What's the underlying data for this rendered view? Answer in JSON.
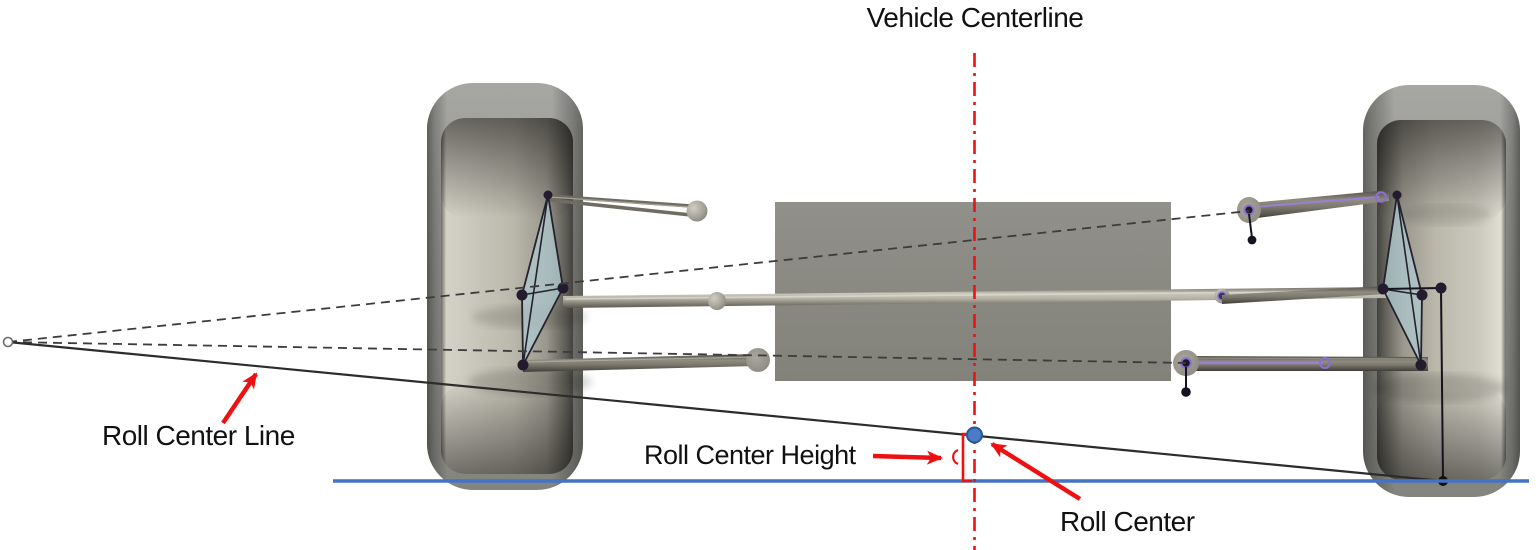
{
  "diagram": {
    "title": "Front suspension roll center geometry diagram",
    "labels": {
      "vehicle_centerline": "Vehicle Centerline",
      "roll_center_line": "Roll Center Line",
      "roll_center_height": "Roll Center Height",
      "roll_center": "Roll Center"
    }
  },
  "colors": {
    "annotation-red": "#EE1111",
    "ground-blue": "#4472C4",
    "dot-fill": "#4A7CC7",
    "dot-stroke": "#2E5695",
    "geometry-line": "#3C3C3C",
    "kite-fill": "#AEC6CC",
    "purple-accent": "#9B7FD4",
    "label-color": "#111111"
  }
}
